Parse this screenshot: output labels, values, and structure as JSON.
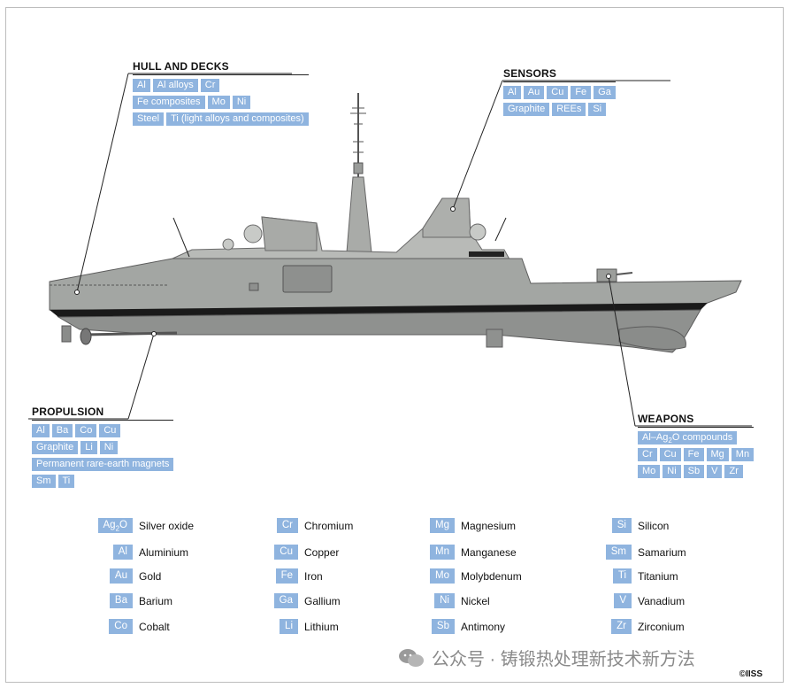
{
  "sections": {
    "hull": {
      "title": "HULL AND DECKS",
      "rows": [
        [
          "Al",
          "Al alloys",
          "Cr"
        ],
        [
          "Fe composites",
          "Mo",
          "Ni"
        ],
        [
          "Steel",
          "Ti (light alloys and composites)"
        ]
      ]
    },
    "sensors": {
      "title": "SENSORS",
      "rows": [
        [
          "Al",
          "Au",
          "Cu",
          "Fe",
          "Ga"
        ],
        [
          "Graphite",
          "REEs",
          "Si"
        ]
      ]
    },
    "propulsion": {
      "title": "PROPULSION",
      "rows": [
        [
          "Al",
          "Ba",
          "Co",
          "Cu"
        ],
        [
          "Graphite",
          "Li",
          "Ni"
        ],
        [
          "Permanent rare-earth magnets"
        ],
        [
          "Sm",
          "Ti"
        ]
      ]
    },
    "weapons": {
      "title": "WEAPONS",
      "rows": [
        [
          "Al–Ag2O compounds"
        ],
        [
          "Cr",
          "Cu",
          "Fe",
          "Mg",
          "Mn"
        ],
        [
          "Mo",
          "Ni",
          "Sb",
          "V",
          "Zr"
        ]
      ]
    }
  },
  "legend": [
    [
      {
        "code": "Ag2O",
        "name": "Silver oxide"
      },
      {
        "code": "Al",
        "name": "Aluminium"
      },
      {
        "code": "Au",
        "name": "Gold"
      },
      {
        "code": "Ba",
        "name": "Barium"
      },
      {
        "code": "Co",
        "name": "Cobalt"
      }
    ],
    [
      {
        "code": "Cr",
        "name": "Chromium"
      },
      {
        "code": "Cu",
        "name": "Copper"
      },
      {
        "code": "Fe",
        "name": "Iron"
      },
      {
        "code": "Ga",
        "name": "Gallium"
      },
      {
        "code": "Li",
        "name": "Lithium"
      }
    ],
    [
      {
        "code": "Mg",
        "name": "Magnesium"
      },
      {
        "code": "Mn",
        "name": "Manganese"
      },
      {
        "code": "Mo",
        "name": "Molybdenum"
      },
      {
        "code": "Ni",
        "name": "Nickel"
      },
      {
        "code": "Sb",
        "name": "Antimony"
      }
    ],
    [
      {
        "code": "Si",
        "name": "Silicon"
      },
      {
        "code": "Sm",
        "name": "Samarium"
      },
      {
        "code": "Ti",
        "name": "Titanium"
      },
      {
        "code": "V",
        "name": "Vanadium"
      },
      {
        "code": "Zr",
        "name": "Zirconium"
      }
    ]
  ],
  "credit": "©IISS",
  "watermark": "公众号 · 铸锻热处理新技术新方法",
  "colors": {
    "chip": "#8fb4df",
    "hull": "#a3a6a3",
    "superstructure": "#b9bbb8",
    "underwater": "#8f918f"
  }
}
